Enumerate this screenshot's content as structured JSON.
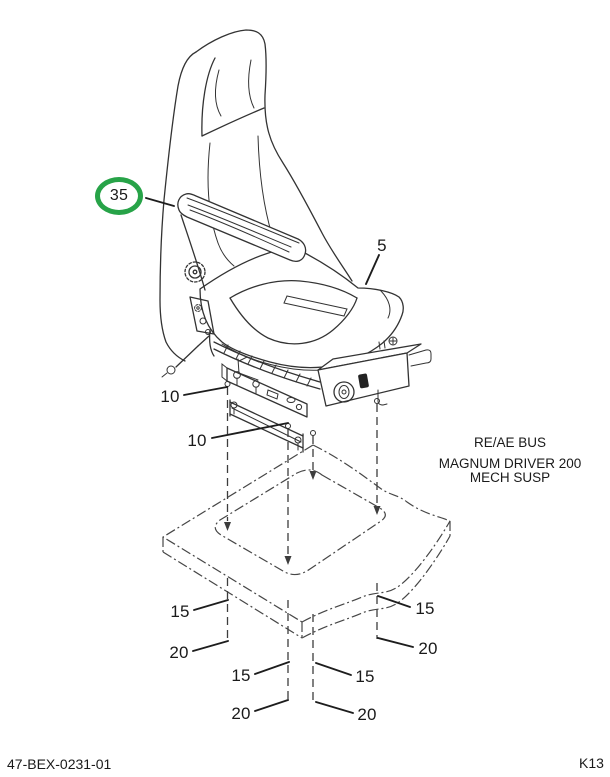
{
  "footer": {
    "doc_number": "47-BEX-0231-01",
    "page_ref": "K13"
  },
  "note": {
    "line1": "RE/AE BUS",
    "line2": "MAGNUM DRIVER 200",
    "line3": "MECH SUSP"
  },
  "callouts": {
    "armrest": {
      "label": "35",
      "highlighted": true
    },
    "seat_assembly": {
      "label": "5"
    },
    "mount_rail_upper": {
      "label": "10"
    },
    "mount_bracket_lower": {
      "label": "10"
    },
    "bolt_outer_left": {
      "label": "15"
    },
    "bolt_outer_right": {
      "label": "15"
    },
    "bolt_inner_left": {
      "label": "15"
    },
    "bolt_inner_right": {
      "label": "15"
    },
    "nut_outer_left": {
      "label": "20"
    },
    "nut_outer_right": {
      "label": "20"
    },
    "nut_inner_left": {
      "label": "20"
    },
    "nut_inner_right": {
      "label": "20"
    }
  },
  "colors": {
    "highlight": "#27a348",
    "line": "#333333",
    "text": "#1a1a1a"
  }
}
